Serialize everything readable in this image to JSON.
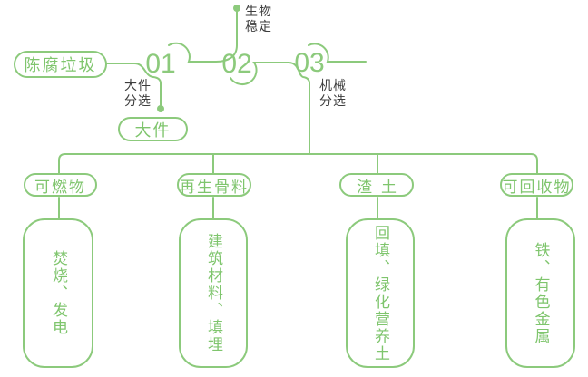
{
  "colors": {
    "line_green": "#8cca7c",
    "text_green": "#7fc56d",
    "label_dark": "#3d3d3d",
    "background": "#ffffff"
  },
  "diagram": {
    "root": {
      "label": "陈腐垃圾"
    },
    "stages": [
      {
        "number": "01",
        "label": "大件\n分选",
        "output": "大件"
      },
      {
        "number": "02",
        "label": "生物\n稳定"
      },
      {
        "number": "03",
        "label": "机械\n分选"
      }
    ],
    "branches": [
      {
        "category": "可燃物",
        "detail": "焚烧、发电"
      },
      {
        "category": "再生骨料",
        "detail": "建筑材料、填埋"
      },
      {
        "category": "渣土",
        "detail": "回填、绿化营养土"
      },
      {
        "category": "可回收物",
        "detail": "铁、有色金属"
      }
    ]
  }
}
